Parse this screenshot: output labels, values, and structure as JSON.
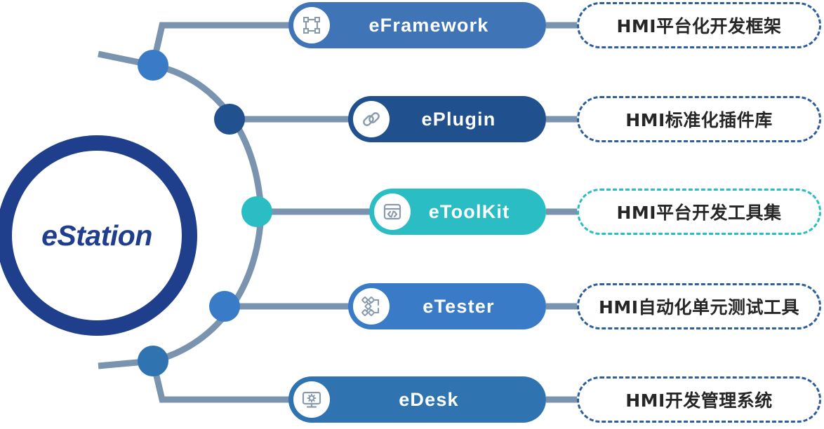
{
  "diagram": {
    "title": "eStation",
    "hub": {
      "label": "eStation",
      "color": "#1F3E8C"
    },
    "branches": [
      {
        "id": "eframework",
        "name": "eFramework",
        "icon": "frame-square-icon",
        "pill_color": "#3F74B6",
        "node_color": "#3A7BC8",
        "description": "HMI平台化开发框架",
        "desc_border_color": "#2F5E9E"
      },
      {
        "id": "eplugin",
        "name": "ePlugin",
        "icon": "chain-link-icon",
        "pill_color": "#21508E",
        "node_color": "#22518F",
        "description": "HMI标准化插件库",
        "desc_border_color": "#2F5E9E"
      },
      {
        "id": "etoolkit",
        "name": "eToolKit",
        "icon": "code-window-icon",
        "pill_color": "#2BBDC4",
        "node_color": "#2BBDC4",
        "description": "HMI平台开发工具集",
        "desc_border_color": "#2BBDC4"
      },
      {
        "id": "etester",
        "name": "eTester",
        "icon": "network-nodes-icon",
        "pill_color": "#3A7BC8",
        "node_color": "#3A7BC8",
        "description": "HMI自动化单元测试工具",
        "desc_border_color": "#2F5E9E"
      },
      {
        "id": "edesk",
        "name": "eDesk",
        "icon": "monitor-gear-icon",
        "pill_color": "#2F74B0",
        "node_color": "#2F74B0",
        "description": "HMI开发管理系统",
        "desc_border_color": "#2F5E9E"
      }
    ],
    "connector_color": "#7A93AE"
  }
}
